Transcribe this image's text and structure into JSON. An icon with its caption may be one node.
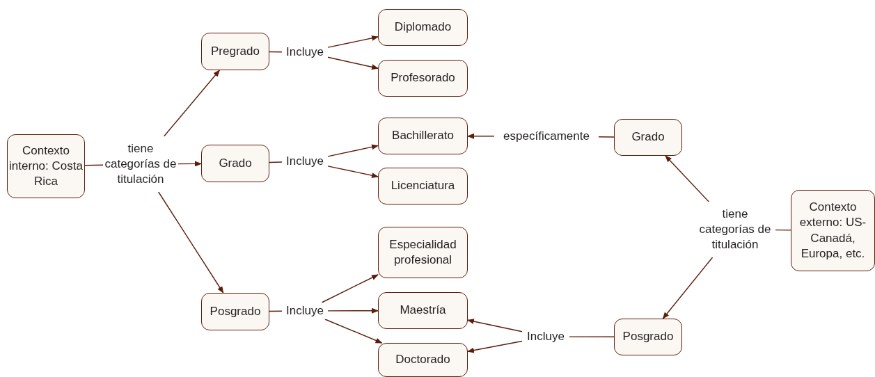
{
  "diagram": {
    "nodes": [
      {
        "text": [
          "Contexto interno: Costa Rica"
        ]
      },
      {
        "text": [
          "tiene categorías de titulación"
        ]
      },
      {
        "text": [
          "Pregrado"
        ]
      },
      {
        "text": [
          "Grado"
        ]
      },
      {
        "text": [
          "Posgrado"
        ]
      },
      {
        "text": [
          "Incluye"
        ]
      },
      {
        "text": [
          "Incluye"
        ]
      },
      {
        "text": [
          "Incluye"
        ]
      },
      {
        "text": [
          "Diplomado"
        ]
      },
      {
        "text": [
          "Profesorado"
        ]
      },
      {
        "text": [
          "Bachillerato"
        ]
      },
      {
        "text": [
          "Licenciatura"
        ]
      },
      {
        "text": [
          "Especialidad profesional"
        ]
      },
      {
        "text": [
          "Maestría"
        ]
      },
      {
        "text": [
          "Doctorado"
        ]
      },
      {
        "text": [
          "específicamente"
        ]
      },
      {
        "text": [
          "Grado"
        ]
      },
      {
        "text": [
          "tiene categorías de titulación"
        ]
      },
      {
        "text": [
          "Contexto externo: US-Canadá, Europa, etc."
        ]
      },
      {
        "text": [
          "Incluye"
        ]
      },
      {
        "text": [
          "Posgrado"
        ]
      }
    ],
    "edges": [
      {
        "from": 0,
        "to": 1,
        "arrow": "none"
      },
      {
        "from": 1,
        "to": 2,
        "arrow": "to"
      },
      {
        "from": 1,
        "to": 3,
        "arrow": "to"
      },
      {
        "from": 1,
        "to": 4,
        "arrow": "to"
      },
      {
        "from": 2,
        "to": 5,
        "arrow": "none"
      },
      {
        "from": 5,
        "to": 8,
        "arrow": "to"
      },
      {
        "from": 5,
        "to": 9,
        "arrow": "to"
      },
      {
        "from": 3,
        "to": 6,
        "arrow": "none"
      },
      {
        "from": 6,
        "to": 10,
        "arrow": "to"
      },
      {
        "from": 6,
        "to": 11,
        "arrow": "to"
      },
      {
        "from": 4,
        "to": 7,
        "arrow": "none"
      },
      {
        "from": 7,
        "to": 12,
        "arrow": "to"
      },
      {
        "from": 7,
        "to": 13,
        "arrow": "to"
      },
      {
        "from": 7,
        "to": 14,
        "arrow": "to"
      },
      {
        "from": 16,
        "to": 15,
        "arrow": "none"
      },
      {
        "from": 15,
        "to": 10,
        "arrow": "to"
      },
      {
        "from": 18,
        "to": 17,
        "arrow": "none"
      },
      {
        "from": 17,
        "to": 16,
        "arrow": "to"
      },
      {
        "from": 17,
        "to": 20,
        "arrow": "to"
      },
      {
        "from": 20,
        "to": 19,
        "arrow": "none"
      },
      {
        "from": 19,
        "to": 13,
        "arrow": "to"
      },
      {
        "from": 19,
        "to": 14,
        "arrow": "to"
      }
    ]
  }
}
